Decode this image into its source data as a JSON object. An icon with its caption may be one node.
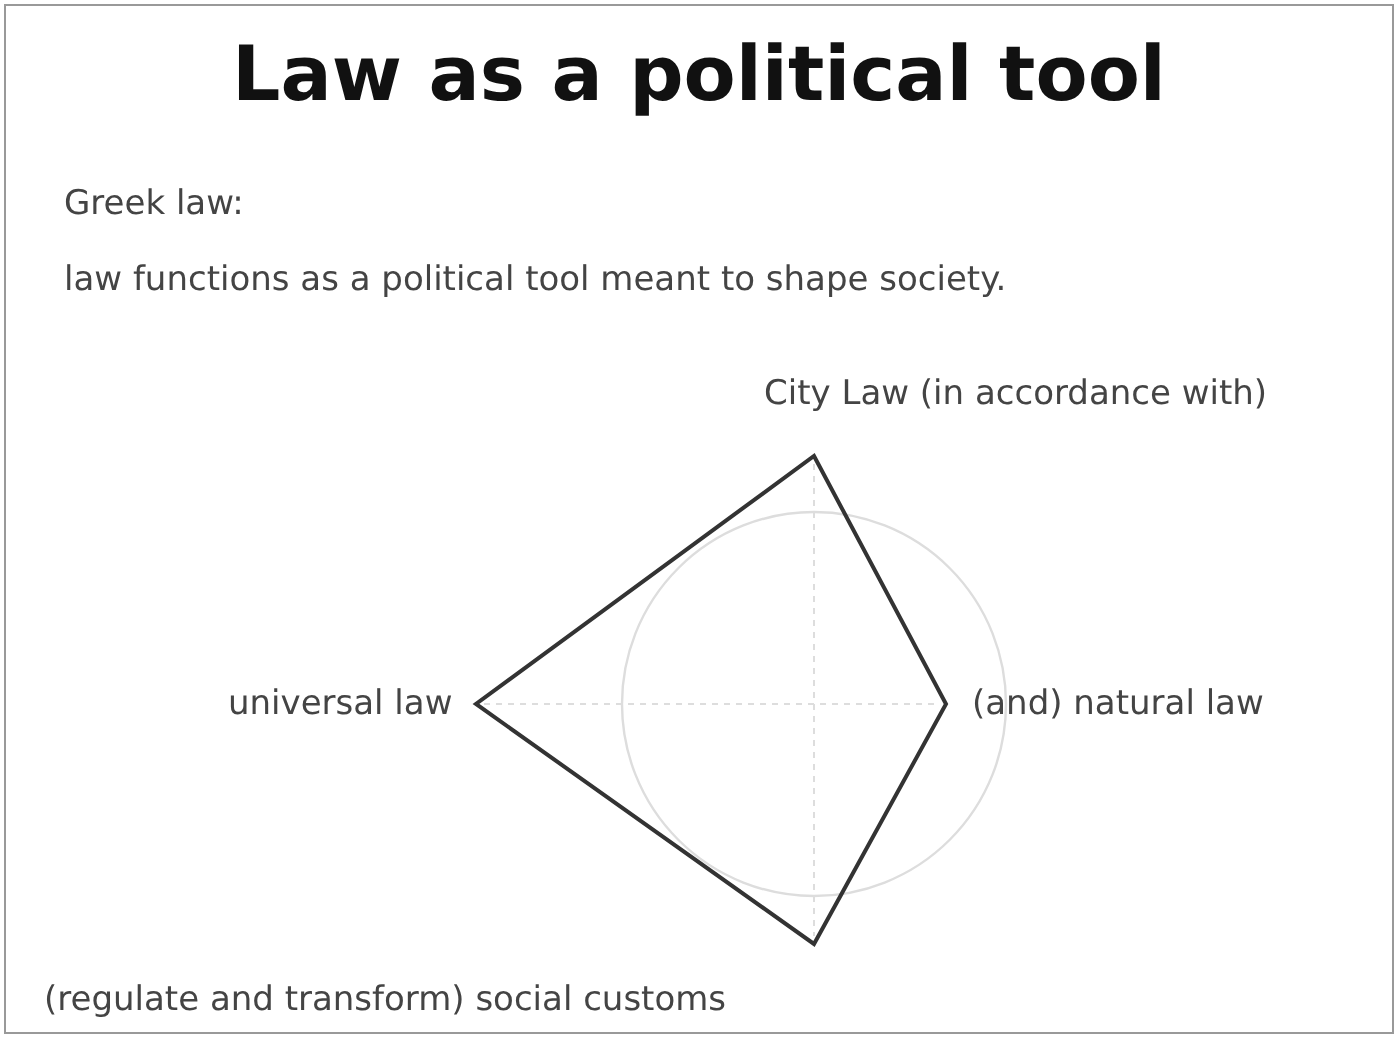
{
  "diagram": {
    "title": "Law as a political tool",
    "labels": [
      "Greek law:",
      "law functions as a political tool meant to shape society.",
      "City Law (in accordance with)",
      "universal law",
      "(and) natural law",
      "(regulate and transform) social customs"
    ]
  }
}
